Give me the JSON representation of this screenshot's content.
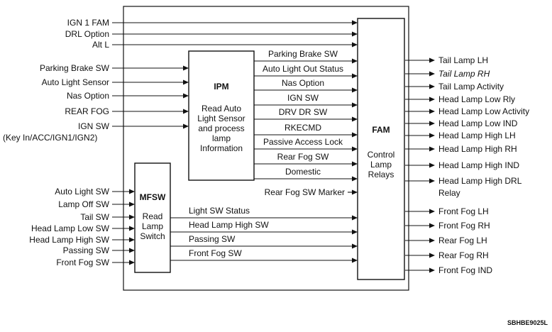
{
  "modules": {
    "ipm": {
      "title": "IPM",
      "desc": [
        "Read Auto",
        "Light Sensor",
        "and process",
        "lamp",
        "Information"
      ]
    },
    "mfsw": {
      "title": "MFSW",
      "desc": [
        "Read",
        "Lamp",
        "Switch"
      ]
    },
    "fam": {
      "title": "FAM",
      "desc": [
        "Control",
        "Lamp",
        "Relays"
      ]
    }
  },
  "inputs_to_fam": [
    "IGN 1 FAM",
    "DRL Option",
    "Alt L"
  ],
  "inputs_to_ipm": [
    "Parking Brake SW",
    "Auto Light Sensor",
    "Nas Option",
    "REAR FOG",
    "IGN SW"
  ],
  "ign_sw_note": "(Key In/ACC/IGN1/IGN2)",
  "ipm_to_fam": [
    "Parking Brake SW",
    "Auto Light Out Status",
    "Nas Option",
    "IGN SW",
    "DRV DR SW",
    "RKECMD",
    "Passive Access Lock",
    "Rear Fog SW",
    "Domestic"
  ],
  "marker_input": "Rear Fog SW Marker",
  "inputs_to_mfsw": [
    "Auto Light SW",
    "Lamp Off SW",
    "Tail SW",
    "Head Lamp Low SW",
    "Head Lamp High SW",
    "Passing SW",
    "Front Fog SW"
  ],
  "mfsw_to_fam": [
    "Light SW Status",
    "Head Lamp High SW",
    "Passing SW",
    "Front Fog SW"
  ],
  "fam_outputs": [
    {
      "label": "Tail Lamp LH"
    },
    {
      "label": "Tail Lamp RH",
      "italic": true
    },
    {
      "label": "Tail Lamp Activity"
    },
    {
      "label": "Head Lamp Low Rly"
    },
    {
      "label": "Head Lamp Low Activity"
    },
    {
      "label": "Head Lamp Low IND"
    },
    {
      "label": "Head Lamp High LH"
    },
    {
      "label": "Head Lamp High RH"
    },
    {
      "label": "Head Lamp High IND"
    },
    {
      "label": "Head Lamp High DRL",
      "line2": "Relay"
    },
    {
      "label": "Front Fog LH"
    },
    {
      "label": "Front Fog RH"
    },
    {
      "label": "Rear Fog LH"
    },
    {
      "label": "Rear Fog RH"
    },
    {
      "label": "Front Fog IND"
    }
  ],
  "figure_code": "SBHBE9025L"
}
